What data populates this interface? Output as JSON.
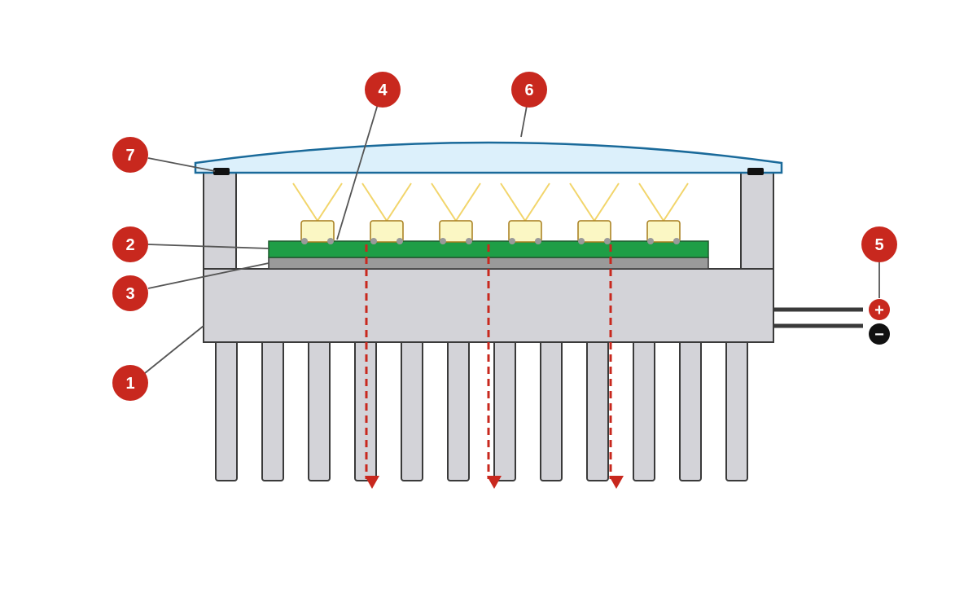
{
  "colors": {
    "housing": "#d3d3d8",
    "outline": "#3a3a3a",
    "pcb": "#1e9e46",
    "pcb_outline": "#1e5a2e",
    "thermal_layer": "#9a9a9a",
    "led_fill": "#fbf7c4",
    "led_outline": "#a67c1a",
    "light_ray": "#f2d56b",
    "lens_fill": "#dcf0fb",
    "lens_outline": "#1a6a9a",
    "seal": "#111111",
    "heat_arrow": "#c8281e",
    "callout": "#c8281e",
    "callout_line": "#555555",
    "terminal_positive": "#c8281e",
    "terminal_negative": "#111111",
    "wire": "#3a3a3a"
  },
  "callouts": [
    {
      "label": "1",
      "part": "heat-sink-housing"
    },
    {
      "label": "2",
      "part": "pcb-board"
    },
    {
      "label": "3",
      "part": "thermal-interface-layer"
    },
    {
      "label": "4",
      "part": "led-chip"
    },
    {
      "label": "5",
      "part": "power-terminals"
    },
    {
      "label": "6",
      "part": "cover-lens"
    },
    {
      "label": "7",
      "part": "seal-gasket"
    }
  ],
  "terminals": {
    "positive_symbol": "+",
    "negative_symbol": "−"
  },
  "led_count": 6,
  "fin_count": 12,
  "heat_flow_arrow_count": 3
}
